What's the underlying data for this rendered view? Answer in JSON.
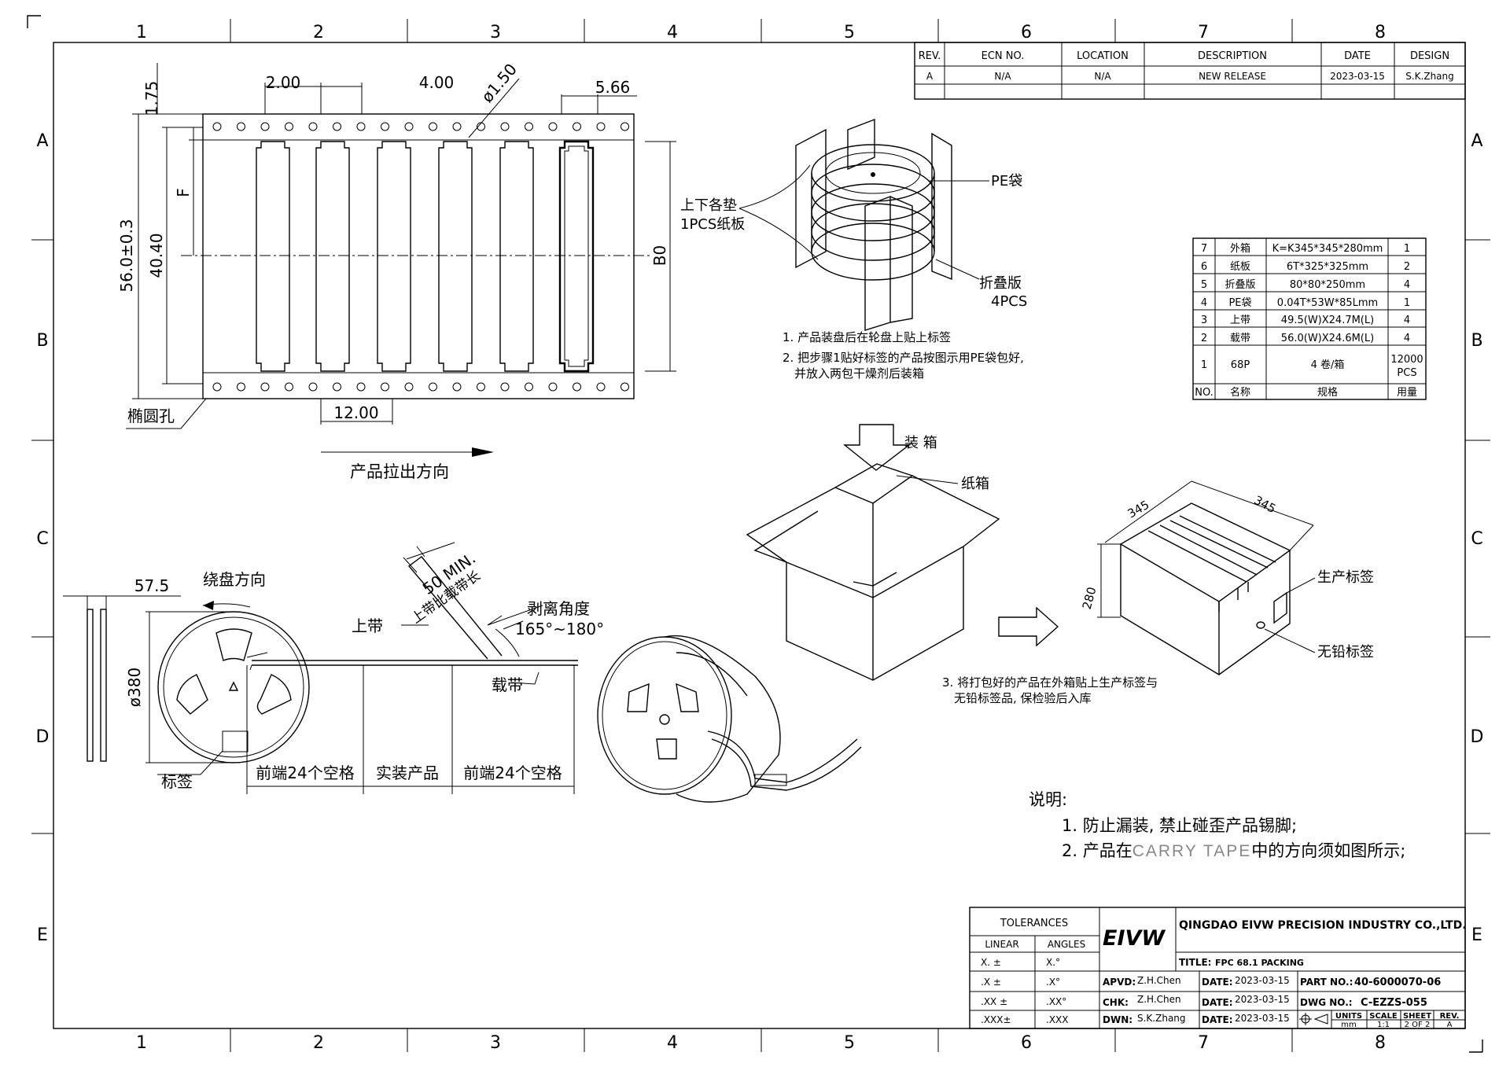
{
  "border": {
    "col_labels": [
      "1",
      "2",
      "3",
      "4",
      "5",
      "6",
      "7",
      "8"
    ],
    "row_labels": [
      "A",
      "B",
      "C",
      "D",
      "E"
    ]
  },
  "revision": {
    "headers": [
      "REV.",
      "ECN NO.",
      "LOCATION",
      "DESCRIPTION",
      "DATE",
      "DESIGN"
    ],
    "rows": [
      [
        "A",
        "N/A",
        "N/A",
        "NEW RELEASE",
        "2023-03-15",
        "S.K.Zhang"
      ]
    ]
  },
  "tape": {
    "dims": {
      "d175": "1.75",
      "d200": "2.00",
      "d400": "4.00",
      "d150": "ø1.50",
      "d566": "5.66",
      "d560": "56.0±0.3",
      "d4040": "40.40",
      "f": "F",
      "b0": "B0",
      "d1200": "12.00"
    },
    "oval_hole": "椭圆孔",
    "pull_direction": "产品拉出方向"
  },
  "reel_box": {
    "pe_bag": "PE袋",
    "pad_l1": "上下各垫",
    "pad_l2": "1PCS纸板",
    "fold_l1": "折叠版",
    "fold_l2": "4PCS",
    "step1": "1. 产品装盘后在轮盘上贴上标签",
    "step2_l1": "2. 把步骤1贴好标签的产品按图示用PE袋包好,",
    "step2_l2": "并放入两包干燥剂后装箱"
  },
  "bom": {
    "rows": [
      [
        "7",
        "外箱",
        "K=K345*345*280mm",
        "1"
      ],
      [
        "6",
        "纸板",
        "6T*325*325mm",
        "2"
      ],
      [
        "5",
        "折叠版",
        "80*80*250mm",
        "4"
      ],
      [
        "4",
        "PE袋",
        "0.04T*53W*85Lmm",
        "1"
      ],
      [
        "3",
        "上带",
        "49.5(W)X24.7M(L)",
        "4"
      ],
      [
        "2",
        "载带",
        "56.0(W)X24.6M(L)",
        "4"
      ]
    ],
    "row1": {
      "no": "1",
      "name": "68P",
      "spec": "4  卷/箱",
      "qty_l1": "12000",
      "qty_l2": "PCS"
    },
    "header": [
      "NO.",
      "名称",
      "规格",
      "用量"
    ]
  },
  "boxing": {
    "packing": "装 箱",
    "carton": "纸箱",
    "dim_w1": "345",
    "dim_w2": "345",
    "dim_h": "280",
    "prod_label": "生产标签",
    "pb_free": "无铅标签",
    "step3_l1": "3. 将打包好的产品在外箱贴上生产标签与",
    "step3_l2": "无铅标签品, 保检验后入库"
  },
  "reel_side": {
    "d575": "57.5",
    "wind_dir": "绕盘方向",
    "d380": "ø380",
    "label": "标签",
    "min50": "50 MIN.",
    "cover_longer": "上带比载带长",
    "top_tape": "上带",
    "peel_angle": "剥离角度",
    "angle": "165°~180°",
    "carrier": "载带",
    "front_empty": "前端24个空格",
    "product": "实装产品",
    "rear_empty": "前端24个空格"
  },
  "notes": {
    "title": "说明:",
    "n1": "1.   防止漏装, 禁止碰歪产品锡脚;",
    "n2_a": "2.   产品在",
    "n2_b": "CARRY TAPE",
    "n2_c": "中的方向须如图所示;"
  },
  "title_block": {
    "tolerances": "TOLERANCES",
    "linear": "LINEAR",
    "angles": "ANGLES",
    "tol_rows": [
      [
        "X.  ±",
        "X.°"
      ],
      [
        ".X  ±",
        ".X°"
      ],
      [
        ".XX ±",
        ".XX°"
      ],
      [
        ".XXX±",
        ".XXX"
      ]
    ],
    "logo": "EIVW",
    "company": "QINGDAO EIVW PRECISION INDUSTRY CO.,LTD.",
    "title_label": "TITLE:",
    "title": "FPC 68.1 PACKING",
    "apvd_label": "APVD:",
    "apvd": "Z.H.Chen",
    "chk_label": "CHK:",
    "chk": "Z.H.Chen",
    "dwn_label": "DWN:",
    "dwn": "S.K.Zhang",
    "date_label": "DATE:",
    "date1": "2023-03-15",
    "date2": "2023-03-15",
    "date3": "2023-03-15",
    "part_label": "PART NO.:",
    "part": "40-6000070-06",
    "dwg_label": "DWG NO.:",
    "dwg": "C-EZZS-055",
    "units_label": "UNITS",
    "units": "mm",
    "scale_label": "SCALE",
    "scale": "1:1",
    "sheet_label": "SHEET",
    "sheet": "2 OF 2",
    "rev_label": "REV.",
    "rev": "A"
  }
}
